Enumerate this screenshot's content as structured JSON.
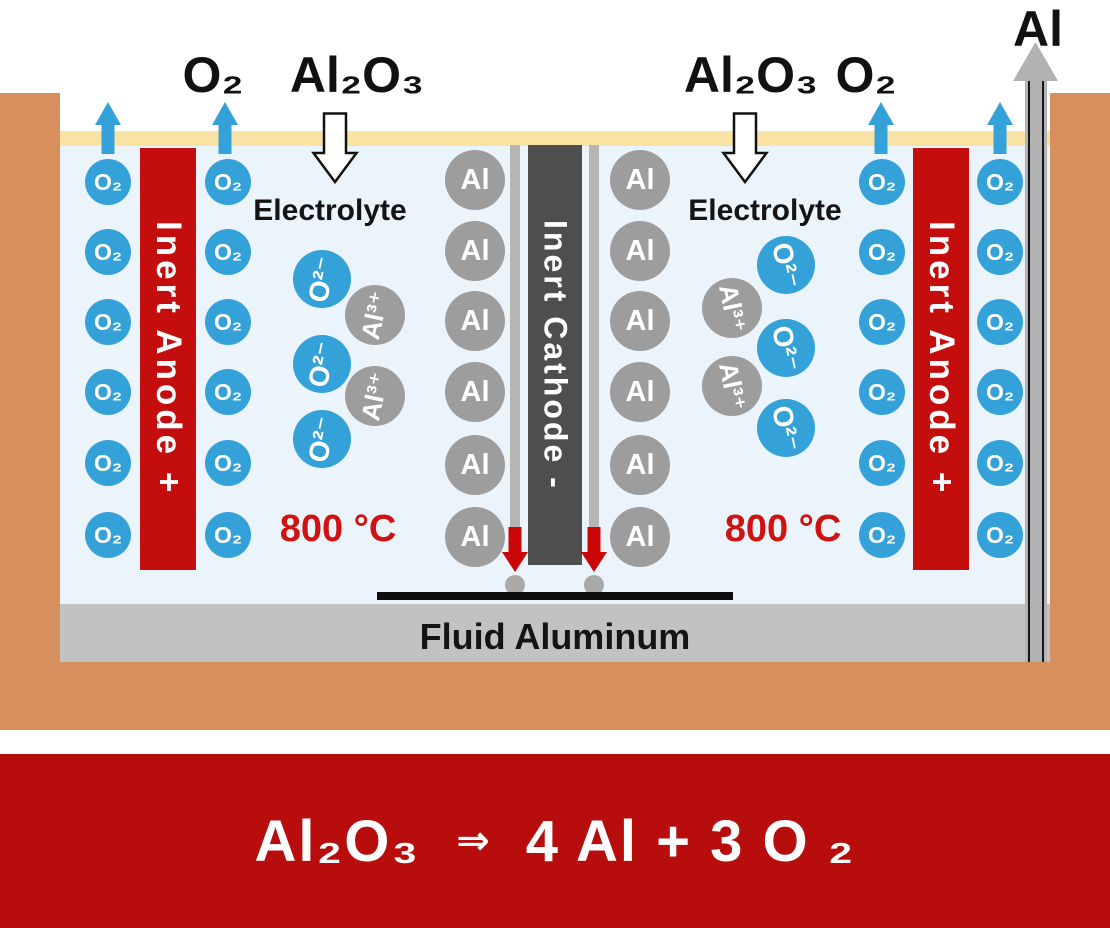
{
  "colors": {
    "anode_red": "#c40e0e",
    "banner_red": "#b70d0c",
    "bubble_blue": "#34a1d9",
    "atom_gray": "#9d9d9d",
    "cathode_gray": "#4e4e4e",
    "rail_gray": "#b5b5b5",
    "wall_orange": "#d88f5e",
    "crust_yellow": "#f8e3a4",
    "electrolyte_blue": "#ecf4fb",
    "fluid_gray": "#c2c2c2",
    "temperature_red": "#cf1212"
  },
  "top": {
    "o2_left": "O₂",
    "alumina_left": "Al₂O₃",
    "alumina_right": "Al₂O₃",
    "o2_right": "O₂",
    "aluminum_out": "Al"
  },
  "cell": {
    "anode_label": "Inert Anode +",
    "cathode_label": "Inert Cathode -",
    "electrolyte_label_left": "Electrolyte",
    "electrolyte_label_right": "Electrolyte",
    "temperature_left": "800 °C",
    "temperature_right": "800 °C",
    "fluid_label": "Fluid Aluminum"
  },
  "particles": {
    "oxygen_molecule": "O₂",
    "aluminum_atom": "Al",
    "oxide_ion": "O²⁻",
    "aluminum_ion": "Al³⁺"
  },
  "equation": {
    "lhs": "Al₂O₃",
    "arrow": "⇒",
    "rhs": "4 Al + 3 O ₂"
  }
}
